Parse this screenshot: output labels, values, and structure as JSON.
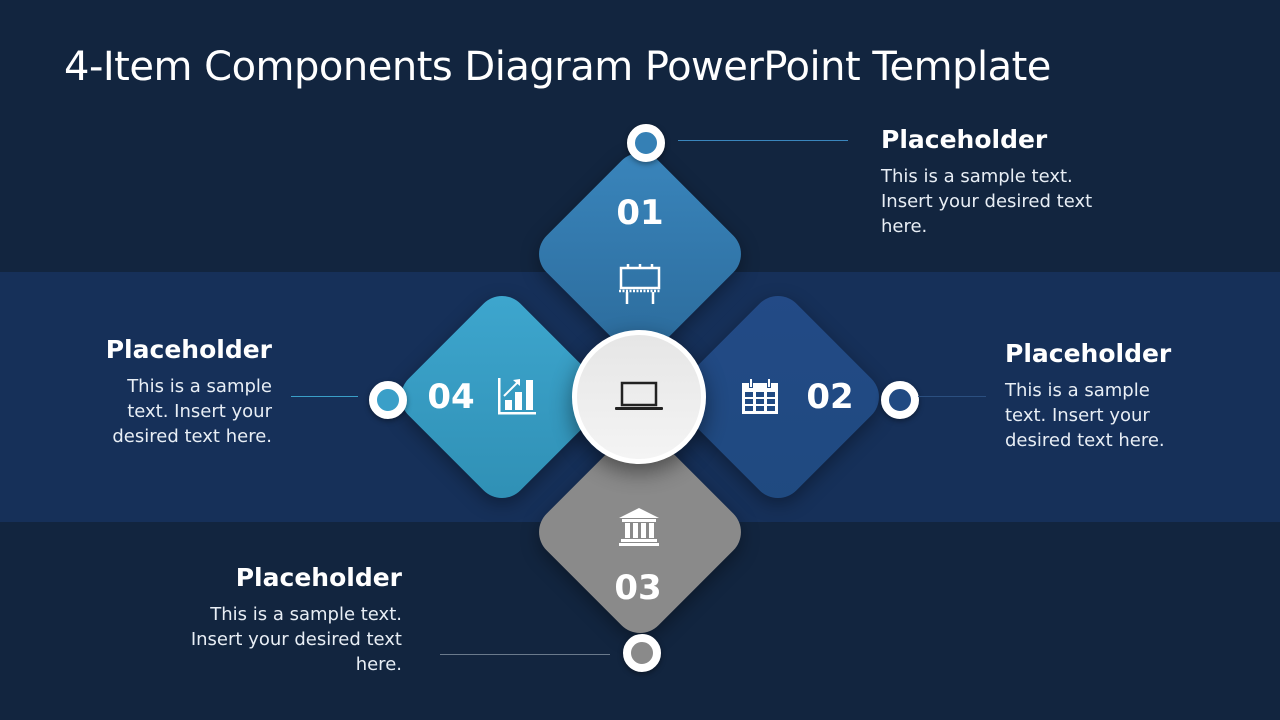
{
  "title": "4-Item Components Diagram PowerPoint Template",
  "items": [
    {
      "number": "01",
      "heading": "Placeholder",
      "text": "This is a sample text. Insert your desired text here.",
      "icon": "billboard-icon",
      "color": "#3580b5"
    },
    {
      "number": "02",
      "heading": "Placeholder",
      "text": "This is a sample text. Insert your desired text here.",
      "icon": "calendar-icon",
      "color": "#214a82"
    },
    {
      "number": "03",
      "heading": "Placeholder",
      "text": "This is a sample text. Insert your desired text here.",
      "icon": "bank-icon",
      "color": "#8a8a8a"
    },
    {
      "number": "04",
      "heading": "Placeholder",
      "text": "This is a sample text. Insert your desired text here.",
      "icon": "bar-chart-icon",
      "color": "#3a9fc8"
    }
  ],
  "center_icon": "laptop-icon"
}
